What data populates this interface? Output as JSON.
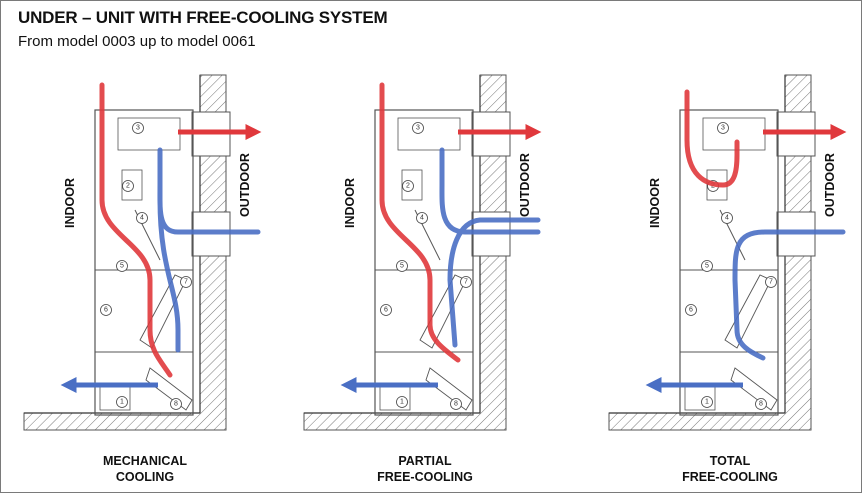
{
  "header": {
    "title": "UNDER – UNIT WITH FREE-COOLING SYSTEM",
    "subtitle": "From model 0003 up to model 0061"
  },
  "labels": {
    "indoor": "INDOOR",
    "outdoor": "OUTDOOR"
  },
  "component_numbers": [
    "1",
    "2",
    "3",
    "4",
    "5",
    "6",
    "7",
    "8"
  ],
  "panels": [
    {
      "caption_line1": "MECHANICAL",
      "caption_line2": "COOLING"
    },
    {
      "caption_line1": "PARTIAL",
      "caption_line2": "FREE-COOLING"
    },
    {
      "caption_line1": "TOTAL",
      "caption_line2": "FREE-COOLING"
    }
  ],
  "colors": {
    "warm_air": "#e0383c",
    "cool_air": "#4a6fc4",
    "line": "#555555"
  }
}
